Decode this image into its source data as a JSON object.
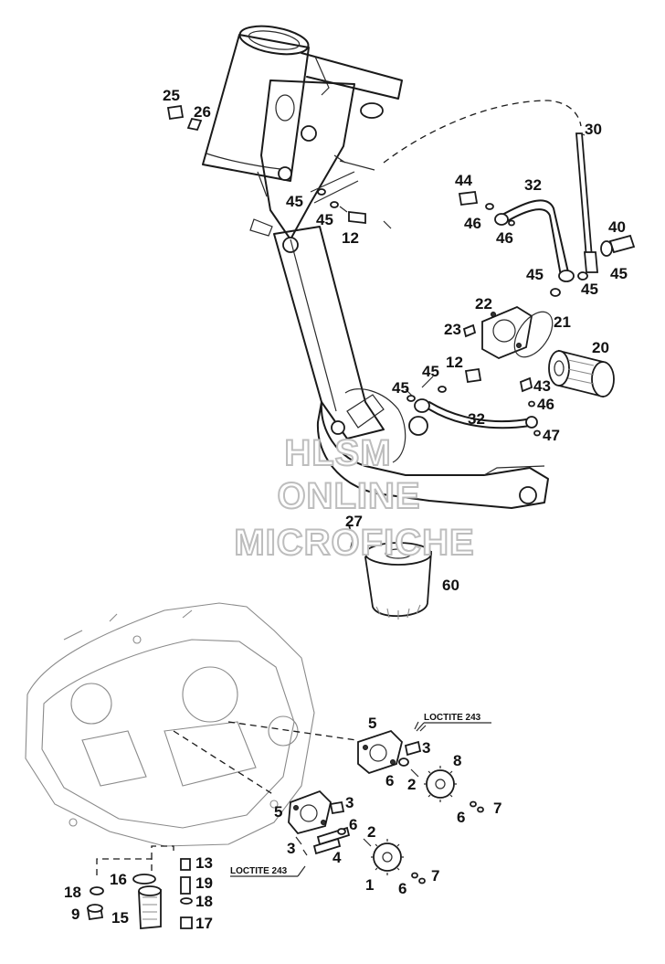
{
  "labels": {
    "l25": "25",
    "l26": "26",
    "l30": "30",
    "l44": "44",
    "l32a": "32",
    "l45a": "45",
    "l45b": "45",
    "l46a": "46",
    "l46b": "46",
    "l12a": "12",
    "l40": "40",
    "l45c": "45",
    "l45d": "45",
    "l45e": "45",
    "l22": "22",
    "l21": "21",
    "l23": "23",
    "l20": "20",
    "l45f": "45",
    "l12b": "12",
    "l45g": "45",
    "l43": "43",
    "l46c": "46",
    "l32b": "32",
    "l47": "47",
    "l27": "27",
    "l60": "60",
    "l5a": "5",
    "l3a": "3",
    "l8": "8",
    "l6a": "6",
    "l2a": "2",
    "l6b": "6",
    "l7a": "7",
    "l5b": "5",
    "l3b": "3",
    "l6c": "6",
    "l2b": "2",
    "l3c": "3",
    "l4": "4",
    "l1": "1",
    "l6d": "6",
    "l7b": "7",
    "l13": "13",
    "l16": "16",
    "l18a": "18",
    "l19": "19",
    "l9": "9",
    "l15": "15",
    "l18b": "18",
    "l17": "17"
  },
  "notes": {
    "loctite_top": "LOCTITE 243",
    "loctite_bottom": "LOCTITE 243"
  },
  "watermark": {
    "line1": "HLSM",
    "line2": "ONLINE",
    "line3": "MICROFICHE"
  }
}
